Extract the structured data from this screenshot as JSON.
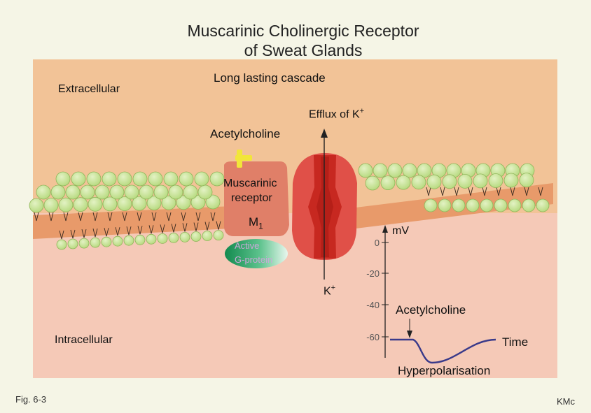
{
  "title_line1": "Muscarinic Cholinergic Receptor",
  "title_line2": "of Sweat Glands",
  "cascade": "Long lasting cascade",
  "extracellular": "Extracellular",
  "intracellular": "Intracellular",
  "efflux_label": "Efflux of K",
  "efflux_sup": "+",
  "ach_top": "Acetylcholine",
  "receptor_line1": "Muscarinic",
  "receptor_line2": "receptor",
  "m_label": "M",
  "m_sub": "1",
  "gprotein_line1": "Active",
  "gprotein_line2": "G-protein",
  "k_label": "K",
  "k_sup": "+",
  "graph": {
    "unit": "mV",
    "ticks": [
      "0",
      "-20",
      "-40",
      "-60"
    ],
    "ach_label": "Acetylcholine",
    "time_label": "Time",
    "hyper_label": "Hyperpolarisation"
  },
  "fig_label": "Fig. 6-3",
  "author": "KMc",
  "colors": {
    "background": "#f5f5e6",
    "extracellular": "#f2c397",
    "intracellular": "#f5c9b7",
    "membrane_core": "#e89a6a",
    "lipid_head": "#c9e39a",
    "receptor": "#e07f68",
    "channel": "#e05048",
    "channel_core": "#c72820",
    "gprotein": "#1a8f55",
    "ligand": "#f2e53a",
    "trace": "#3a3a8a"
  }
}
